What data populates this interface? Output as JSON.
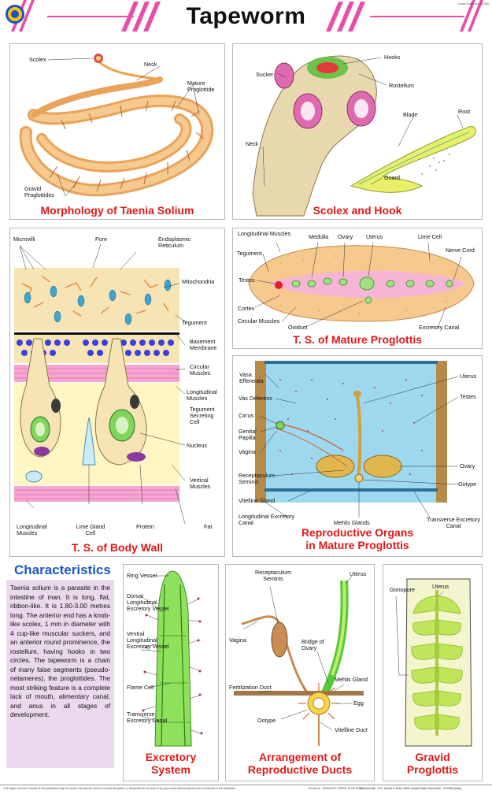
{
  "header": {
    "title": "Tapeworm",
    "chart_code": "Chart Code No. B-030",
    "logo": "circular-publisher-emblem"
  },
  "panels": {
    "morphology": {
      "title": "Morphology of Taenia Solium",
      "labels": {
        "scolex": "Scolex",
        "neck": "Neck",
        "mature": "Mature Proglottide",
        "gravid": "Gravid Proglottides"
      }
    },
    "scolex": {
      "title": "Scolex and Hook",
      "labels": {
        "hooks": "Hooks",
        "sucker": "Sucker",
        "rostellum": "Rostellum",
        "root": "Root",
        "blade": "Blade",
        "neck": "Neck",
        "guard": "Guard"
      }
    },
    "body_wall": {
      "title": "T. S. of Body Wall",
      "labels": {
        "microvilli": "Microvilli",
        "pore": "Pore",
        "endo": "Endoplasmic Reticulum",
        "mito": "Mitochondria",
        "tegument": "Tegument",
        "basement": "Basement Membrane",
        "circular": "Circular Muscles",
        "longitudinal_r": "Longitudinal Muscles",
        "teg_cell": "Tegument Secreting Cell",
        "nucleus": "Nucleus",
        "vertical": "Vertical Muscles",
        "fat": "Fat",
        "longitudinal_b": "Longitudinal Muscles",
        "lime": "Lime Gland Cell",
        "protein": "Protein"
      }
    },
    "proglottis": {
      "title": "T. S. of Mature Proglottis",
      "labels": {
        "long_muscles": "Longitudinal Muscles",
        "medulla": "Medulla",
        "ovary": "Ovary",
        "uterus": "Uterus",
        "lime_cell": "Lime Cell",
        "nerve": "Nerve Cord",
        "tegument": "Tegument",
        "testes": "Testes",
        "cortex": "Cortex",
        "circular": "Circular Muscles",
        "oviduct": "Oviduct",
        "excretory": "Excretory Canal"
      }
    },
    "repro_organs": {
      "title_line1": "Reproductive Organs",
      "title_line2": "in Mature Proglottis",
      "labels": {
        "vasa": "Vasa Efferentia",
        "vas_def": "Vas Deferens",
        "cirrus": "Cirrus",
        "genital": "Genital Papilla",
        "vagina": "Vagina",
        "recept": "Receptaculum Seminis",
        "vitelline": "Vitelline Gland",
        "long_exc": "Longitudinal Excretory Canal",
        "mehlis": "Mehlis Glands",
        "uterus": "Uterus",
        "testes": "Testes",
        "ovary": "Ovary",
        "ootype": "Ootype",
        "trans_exc": "Transverse Excretory Canal"
      }
    },
    "excretory": {
      "title_line1": "Excretory",
      "title_line2": "System",
      "labels": {
        "ring": "Ring Vessel",
        "dorsal": "Dorsal Longitudinal Excretory Vessel",
        "ventral": "Ventral Longitudinal Excretory Vessel",
        "flame": "Flame Cell",
        "transverse": "Transverse Excretory Canal"
      }
    },
    "ducts": {
      "title_line1": "Arrangement of",
      "title_line2": "Reproductive Ducts",
      "labels": {
        "recept": "Receptaculum Seminis",
        "uterus": "Uterus",
        "vagina": "Vagina",
        "bridge": "Bridge of Ovary",
        "fert": "Fertilization Duct",
        "mehlis": "Mehlis Gland",
        "egg": "Egg",
        "ootype": "Ootype",
        "vitelline": "Vitelline Duct"
      }
    },
    "gravid": {
      "title_line1": "Gravid",
      "title_line2": "Proglottis",
      "labels": {
        "gonopore": "Gonopore",
        "uterus": "Uterus"
      }
    }
  },
  "characteristics": {
    "heading": "Characteristics",
    "text": "Taenia solium is a parasite in the intestine of man. It is long, flat, ribbon-like. It is 1.80-3.00 metres long. The anterior end has a knob-like scolex, 1 mm in diameter with 4 cup-like muscular suckers, and an anterior round prominence, the rostellum, having hooks in two circles. The tapeworm is a chain of many false segments (pseudo-netameres), the proglottides. The most striking feature is a complete lack of mouth, alimentary canal, and anus in all stages of development."
  },
  "footer": {
    "left": "© All rights reserved. No part of this publication may be copied, reproduced, stored in a retrieval system or transmitted in any form or by any means without specific prior permission of the publishers.",
    "mid": "Printed at : JAPAN ART PRESS, N.DELHI-28",
    "right": "Published By : N.C. Kansil & Sons, 9909, Model Basti, New Delhi - 110005 (India)"
  },
  "colors": {
    "title_red": "#e01818",
    "heading_blue": "#1a59c6",
    "box_pink": "#ead8ec",
    "stripe": "#e040a0"
  }
}
